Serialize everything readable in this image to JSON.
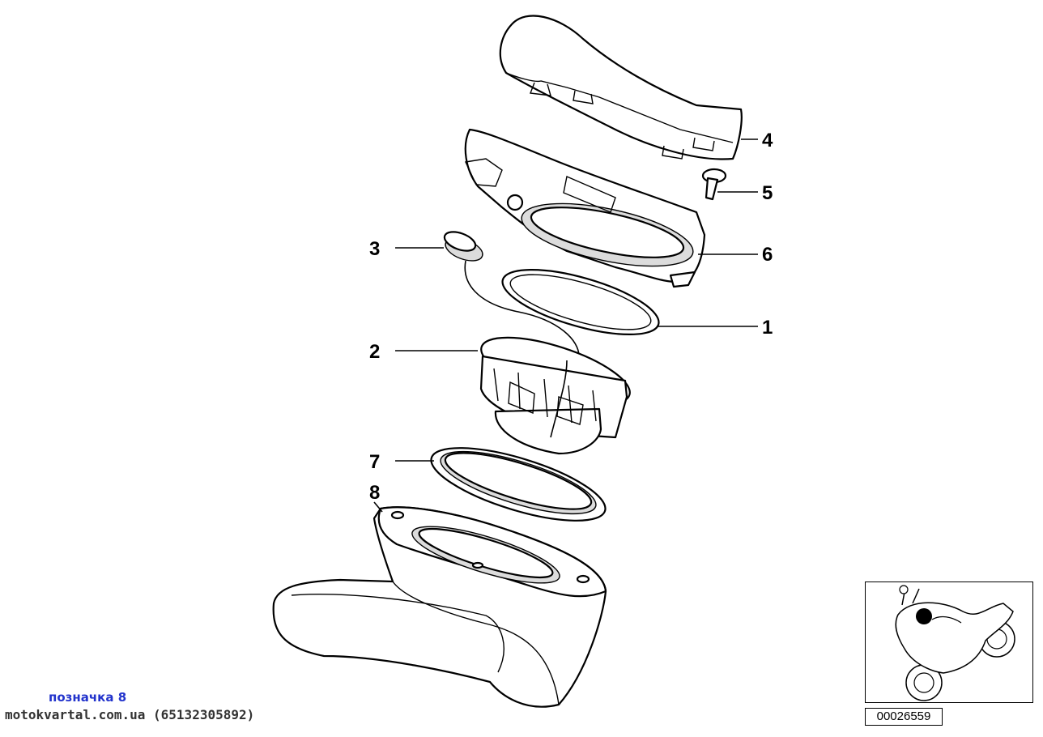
{
  "callouts": [
    {
      "id": "4",
      "label": "4"
    },
    {
      "id": "5",
      "label": "5"
    },
    {
      "id": "3",
      "label": "3"
    },
    {
      "id": "6",
      "label": "6"
    },
    {
      "id": "1",
      "label": "1"
    },
    {
      "id": "2",
      "label": "2"
    },
    {
      "id": "7",
      "label": "7"
    },
    {
      "id": "8",
      "label": "8"
    }
  ],
  "diagram_code": "00026559",
  "watermark": {
    "note": "позначка 8",
    "site": "motokvartal.com.ua (65132305892)"
  },
  "colors": {
    "note": "#2233cc",
    "site": "#333333",
    "locator_dot": "#000000"
  }
}
